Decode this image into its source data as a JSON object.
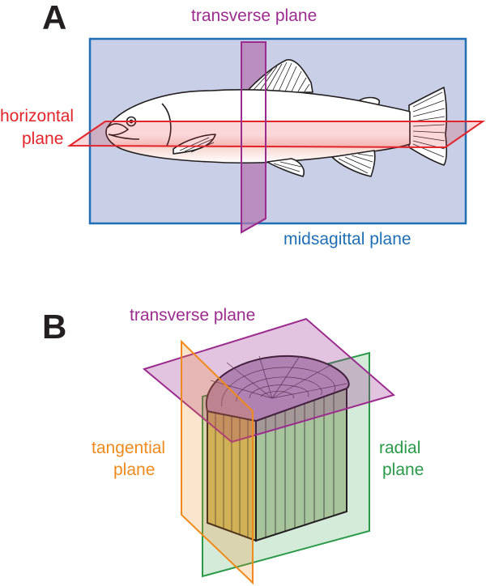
{
  "panel_a": {
    "letter": "A",
    "transverse_label": "transverse plane",
    "horizontal_label_1": "horizontal",
    "horizontal_label_2": "plane",
    "midsagittal_label": "midsagittal plane"
  },
  "panel_b": {
    "letter": "B",
    "transverse_label": "transverse plane",
    "tangential_label_1": "tangential",
    "tangential_label_2": "plane",
    "radial_label_1": "radial",
    "radial_label_2": "plane"
  },
  "colors": {
    "transverse": "#9b2c8e",
    "horizontal": "#e3242b",
    "midsagittal": "#1f6fb4",
    "midsagittal_fill": "#c9cfe6",
    "tangential": "#f08a1c",
    "radial": "#2a9a48"
  }
}
